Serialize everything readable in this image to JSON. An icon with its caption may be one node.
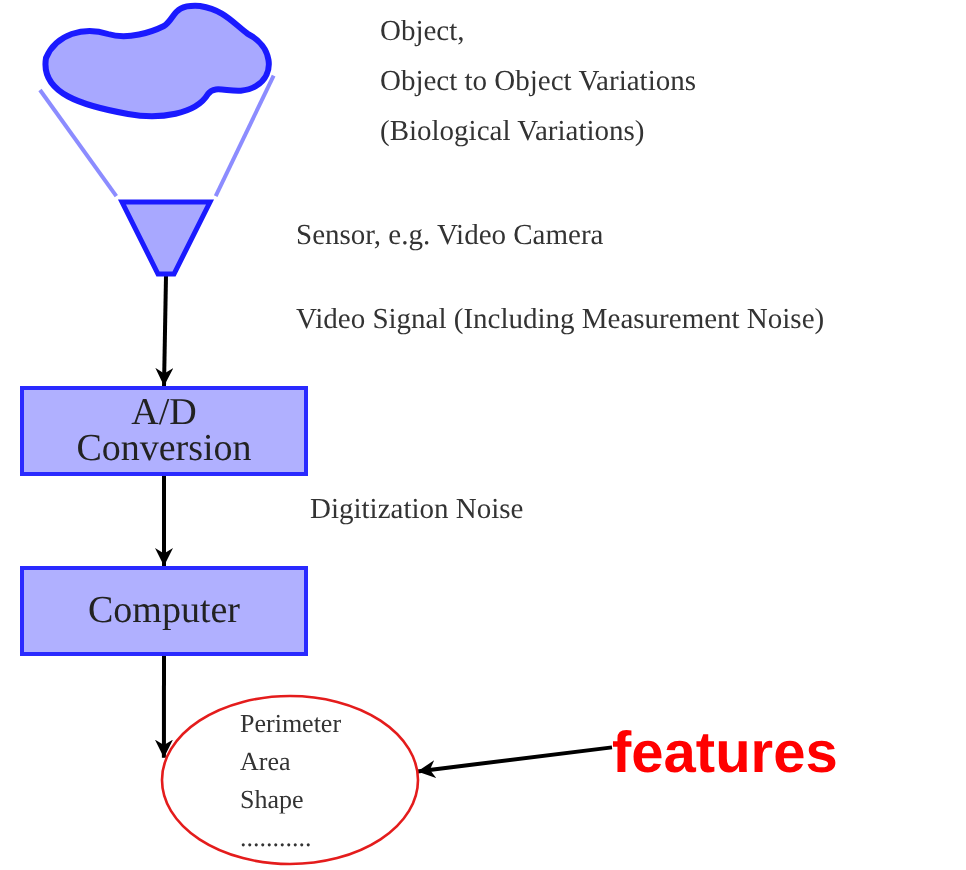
{
  "diagram": {
    "nodes": [
      {
        "text": [],
        "shape": "blob",
        "beside": [
          "Object,",
          "Object to Object Variations",
          "(Biological Variations)"
        ]
      },
      {
        "text": [],
        "shape": "trapezoid",
        "beside": [
          "Sensor, e.g. Video Camera"
        ]
      },
      {
        "text": [
          "A/D Conversion"
        ]
      },
      {
        "text": [
          "Computer"
        ]
      },
      {
        "text": [
          "Perimeter Area Shape ..........."
        ]
      },
      {
        "text": [
          "features"
        ]
      }
    ],
    "edges": [
      {
        "from": 0,
        "to": 1,
        "arrow": "none",
        "color": "#8c8cff"
      },
      {
        "from": 0,
        "to": 1,
        "arrow": "none",
        "color": "#8c8cff"
      },
      {
        "from": 1,
        "to": 2,
        "arrow": "to"
      },
      {
        "from": 2,
        "to": 3,
        "arrow": "to"
      },
      {
        "from": 3,
        "to": 4,
        "arrow": "to"
      },
      {
        "from": 5,
        "to": 4,
        "arrow": "to"
      }
    ],
    "labels": [
      "Video Signal (Including Measurement Noise)",
      "Digitization Noise"
    ]
  }
}
